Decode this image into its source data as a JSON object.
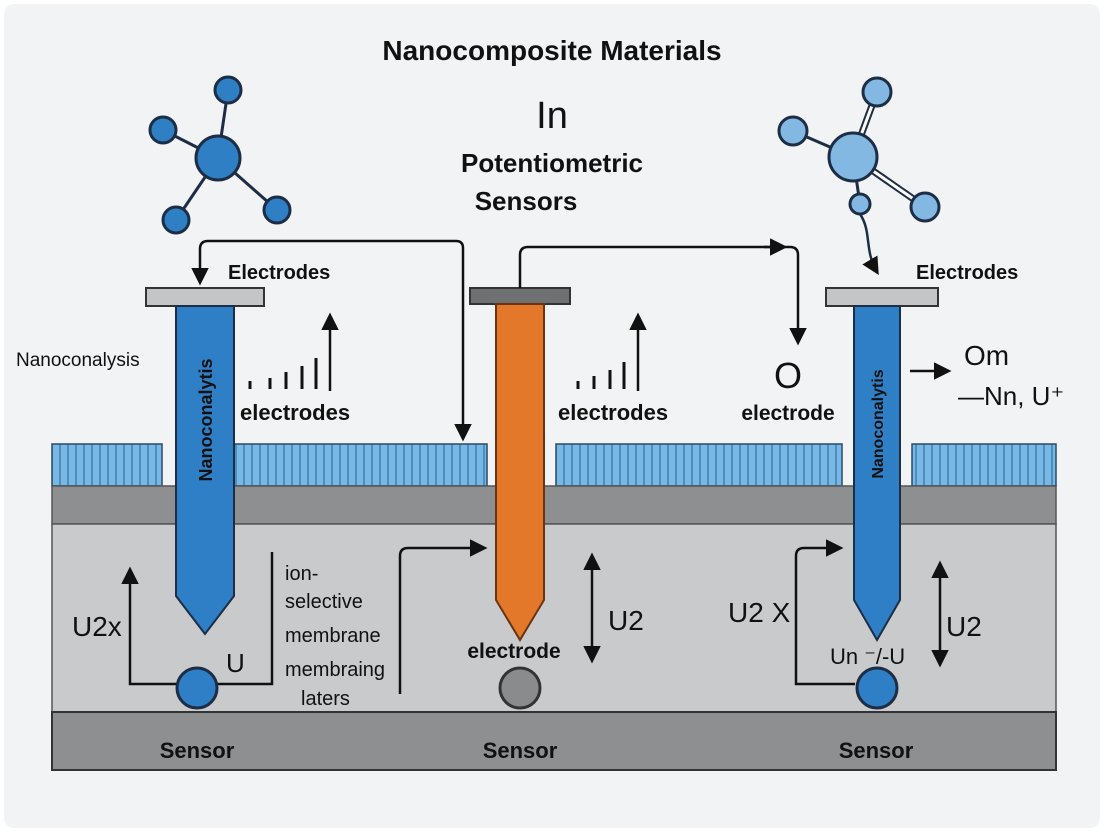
{
  "title": "Nanocomposite Materials",
  "subtitle_in": "In",
  "subtitle_line1": "Potentiometric",
  "subtitle_line2": "Sensors",
  "labels": {
    "electrodes_left": "Electrodes",
    "electrodes_right": "Electrodes",
    "nanoconalysis_side": "Nanoconalysis",
    "nanoconalytis_left": "Nanoconalytis",
    "nanoconalytis_right": "Nanoconalytis",
    "electrodes_small_left": "electrodes",
    "electrodes_small_mid": "electrodes",
    "o_symbol": "O",
    "electrode_right_top": "electrode",
    "om_label": "Om",
    "nn_label": "—Nn, U⁺",
    "ion_selective_1": "ion-",
    "ion_selective_2": "selective",
    "ion_selective_3": "membrane",
    "ion_selective_4": "membraing",
    "ion_selective_5": "laters",
    "u2x_left": "U2x",
    "u_left": "U",
    "u2_mid": "U2",
    "electrode_mid": "electrode",
    "u2x_right": "U2 X",
    "un_right": "Un ⁻/-U",
    "u2_right": "U2",
    "sensor_left": "Sensor",
    "sensor_mid": "Sensor",
    "sensor_right": "Sensor"
  },
  "colors": {
    "background": "#f2f3f4",
    "blue_electrode": "#2f7fc6",
    "orange_electrode": "#e3772a",
    "membrane_blue": "#79b7e4",
    "dark_band": "#8e8f91",
    "light_band": "#c9cacc",
    "molecule_blue": "#2e7fc3",
    "molecule_light": "#83b8e3"
  }
}
